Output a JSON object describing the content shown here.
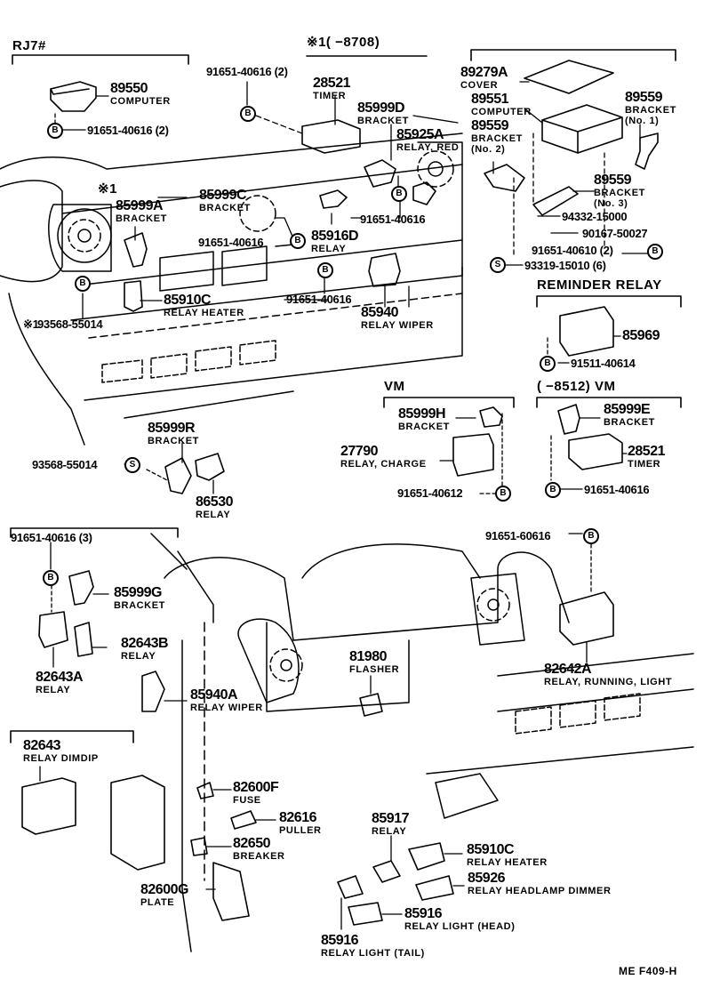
{
  "diagram": {
    "title": "Relay / computer installation exploded view",
    "footer_code": "ME  F409-H",
    "groups": {
      "rj7": "RJ7#",
      "note1": "※1(      −8708)",
      "reminder": "REMINDER  RELAY",
      "vm": "VM",
      "vm8512": "(       −8512) VM",
      "note1_mark": "※1",
      "note1_ref": "※1"
    },
    "fastener_symbols": {
      "bolt": "B",
      "screw": "S"
    },
    "parts": {
      "p89550": {
        "number": "89550",
        "name": "COMPUTER"
      },
      "f89550": {
        "number": "91651-40616 (2)"
      },
      "f_top_left": {
        "number": "91651-40616 (2)"
      },
      "p28521a": {
        "number": "28521",
        "name": "TIMER"
      },
      "p85999d": {
        "number": "85999D",
        "name": "BRACKET"
      },
      "p85925a": {
        "number": "85925A",
        "name": "RELAY, RED"
      },
      "p89279a": {
        "number": "89279A",
        "name": "COVER"
      },
      "p89551": {
        "number": "89551",
        "name": "COMPUTER"
      },
      "p89559_2": {
        "number": "89559",
        "name": "BRACKET",
        "sub": "(No. 2)"
      },
      "p89559_1": {
        "number": "89559",
        "name": "BRACKET",
        "sub": "(No. 1)"
      },
      "p89559_3": {
        "number": "89559",
        "name": "BRACKET",
        "sub": "(No. 3)"
      },
      "f94332": {
        "number": "94332-15000"
      },
      "f90167": {
        "number": "90167-50027"
      },
      "f91651_40610": {
        "number": "91651-40610 (2)"
      },
      "f93319": {
        "number": "93319-15010 (6)"
      },
      "p85999a": {
        "number": "85999A",
        "name": "BRACKET"
      },
      "p85999c": {
        "number": "85999C",
        "name": "BRACKET"
      },
      "f_mid1": {
        "number": "91651-40616"
      },
      "f_mid2": {
        "number": "91651-40616"
      },
      "f_mid3": {
        "number": "91651-40616"
      },
      "p85916d": {
        "number": "85916D",
        "name": "RELAY"
      },
      "p85910c_top": {
        "number": "85910C",
        "name": "RELAY  HEATER"
      },
      "f93568_top": {
        "number": "93568-55014"
      },
      "p85940": {
        "number": "85940",
        "name": "RELAY  WIPER"
      },
      "p85969": {
        "number": "85969"
      },
      "f91511": {
        "number": "91511-40614"
      },
      "p85999h": {
        "number": "85999H",
        "name": "BRACKET"
      },
      "p27790": {
        "number": "27790",
        "name": "RELAY, CHARGE"
      },
      "f91651_40612": {
        "number": "91651-40612"
      },
      "p85999e": {
        "number": "85999E",
        "name": "BRACKET"
      },
      "p28521b": {
        "number": "28521",
        "name": "TIMER"
      },
      "f_vm": {
        "number": "91651-40616"
      },
      "p85999r": {
        "number": "85999R",
        "name": "BRACKET"
      },
      "f93568_mid": {
        "number": "93568-55014"
      },
      "p86530": {
        "number": "86530",
        "name": "RELAY"
      },
      "f_lower_left": {
        "number": "91651-40616 (3)"
      },
      "p85999g": {
        "number": "85999G",
        "name": "BRACKET"
      },
      "p82643b": {
        "number": "82643B",
        "name": "RELAY"
      },
      "p82643a": {
        "number": "82643A",
        "name": "RELAY"
      },
      "f91651_60616": {
        "number": "91651-60616"
      },
      "p82642a": {
        "number": "82642A",
        "name": "RELAY, RUNNING, LIGHT"
      },
      "p81980": {
        "number": "81980",
        "name": "FLASHER"
      },
      "p85940a": {
        "number": "85940A",
        "name": "RELAY  WIPER"
      },
      "p82643": {
        "number": "82643",
        "name": "RELAY DIMDIP"
      },
      "p82600f": {
        "number": "82600F",
        "name": "FUSE"
      },
      "p82616": {
        "number": "82616",
        "name": "PULLER"
      },
      "p82650": {
        "number": "82650",
        "name": "BREAKER"
      },
      "p82600g": {
        "number": "82600G",
        "name": "PLATE"
      },
      "p85917": {
        "number": "85917",
        "name": "RELAY"
      },
      "p85910c_bot": {
        "number": "85910C",
        "name": "RELAY  HEATER"
      },
      "p85926": {
        "number": "85926",
        "name": "RELAY  HEADLAMP  DIMMER"
      },
      "p85916_head": {
        "number": "85916",
        "name": "RELAY LIGHT (HEAD)"
      },
      "p85916_tail": {
        "number": "85916",
        "name": "RELAY LIGHT (TAIL)"
      }
    }
  }
}
